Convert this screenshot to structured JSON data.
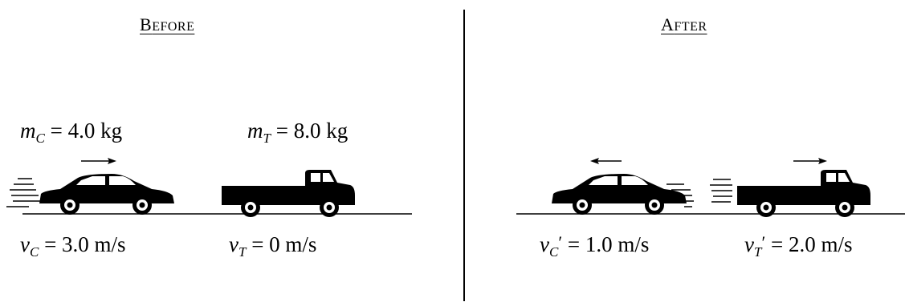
{
  "before": {
    "heading_first": "B",
    "heading_rest": "EFORE",
    "car_mass": {
      "symbol": "m",
      "sub": "C",
      "value": "= 4.0 kg"
    },
    "truck_mass": {
      "symbol": "m",
      "sub": "T",
      "value": "= 8.0 kg"
    },
    "car_velocity": {
      "symbol": "v",
      "sub": "C",
      "value": "= 3.0 m/s"
    },
    "truck_velocity": {
      "symbol": "v",
      "sub": "T",
      "value": "= 0 m/s"
    }
  },
  "after": {
    "heading_first": "A",
    "heading_rest": "FTER",
    "car_velocity": {
      "symbol": "v",
      "sub": "C",
      "prime": "′",
      "value": "= 1.0 m/s"
    },
    "truck_velocity": {
      "symbol": "v",
      "sub": "T",
      "prime": "′",
      "value": "= 2.0 m/s"
    }
  },
  "icons": [
    "car-icon",
    "pickup-truck-icon",
    "motion-arrow-icon",
    "speed-lines-icon"
  ],
  "colors": {
    "ink": "#000000",
    "background": "#ffffff"
  }
}
